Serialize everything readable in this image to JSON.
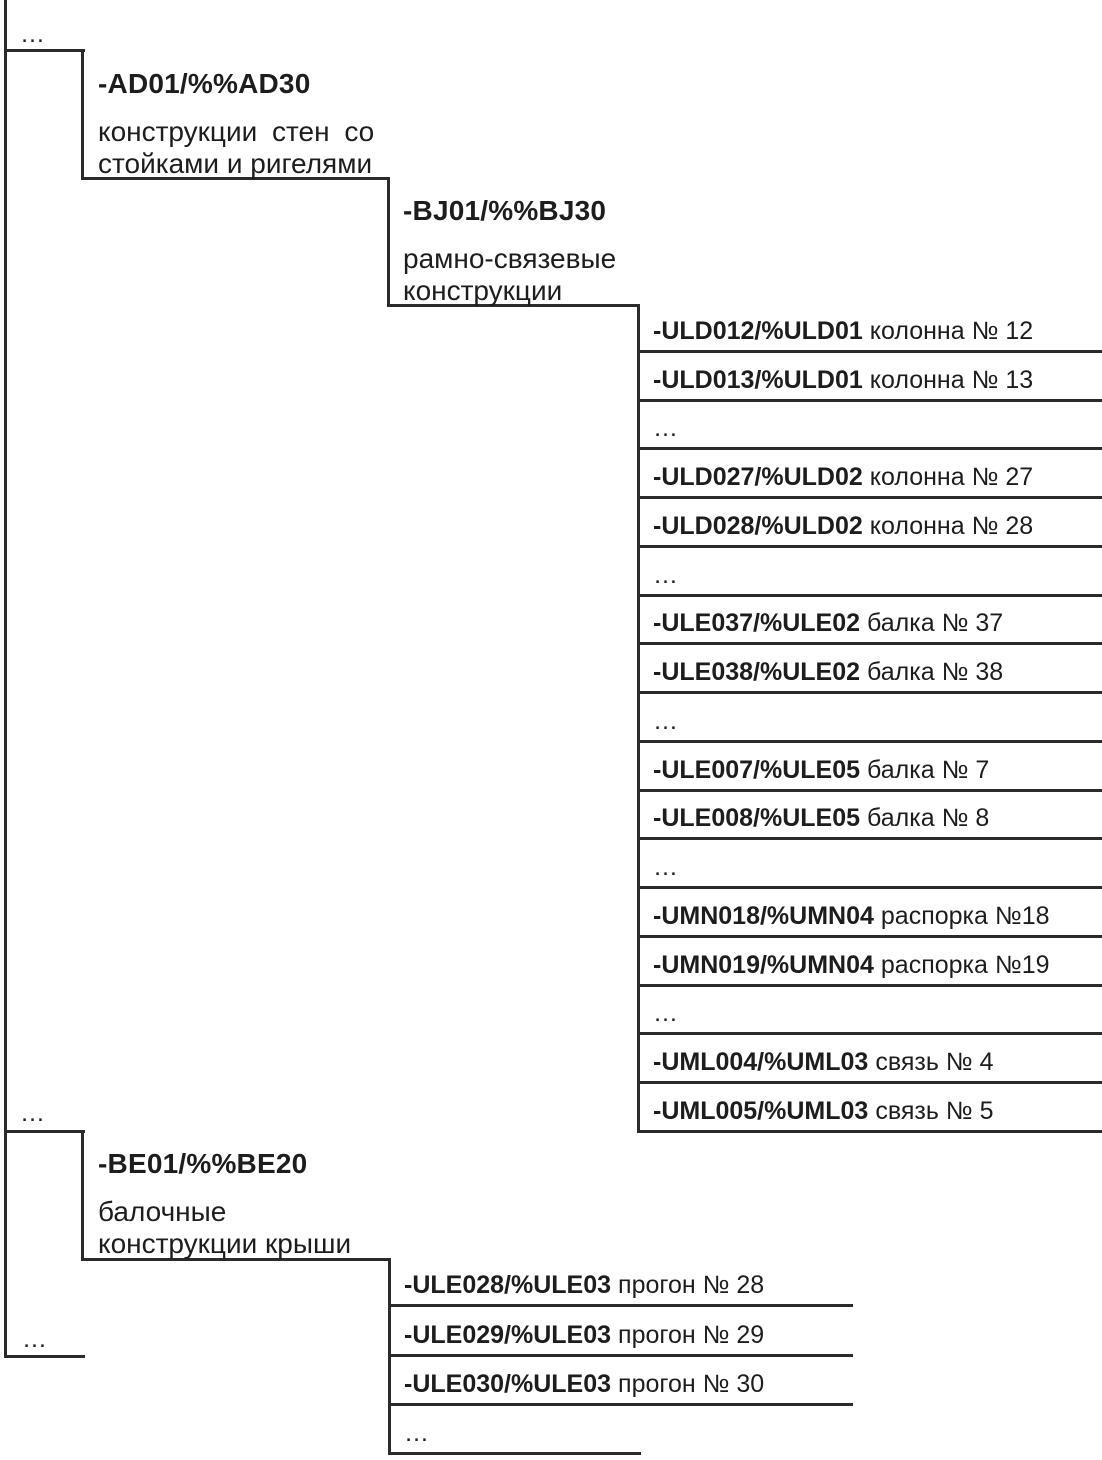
{
  "diagram": {
    "spine": {
      "ellipsis_top": "…",
      "ellipsis_mid": "…",
      "ellipsis_bottom": "…"
    },
    "branch_ad": {
      "code": "-AD01/%%AD30",
      "desc1": "конструкции стен со",
      "desc2": "стойками и ригелями"
    },
    "branch_bj": {
      "code": "-BJ01/%%BJ30",
      "desc1": "рамно-связевые",
      "desc2": "конструкции"
    },
    "branch_be": {
      "code": "-BE01/%%BE20",
      "desc1": "балочные",
      "desc2": "конструкции крыши"
    },
    "bj_items": [
      {
        "code": "-ULD012/%ULD01",
        "label": "колонна № 12"
      },
      {
        "code": "-ULD013/%ULD01",
        "label": "колонна № 13"
      },
      {
        "code": "",
        "label": "…"
      },
      {
        "code": "-ULD027/%ULD02",
        "label": "колонна № 27"
      },
      {
        "code": "-ULD028/%ULD02",
        "label": "колонна № 28"
      },
      {
        "code": "",
        "label": "…"
      },
      {
        "code": "-ULE037/%ULE02",
        "label": "балка № 37"
      },
      {
        "code": "-ULE038/%ULE02",
        "label": "балка № 38"
      },
      {
        "code": "",
        "label": "…"
      },
      {
        "code": "-ULE007/%ULE05",
        "label": "балка № 7"
      },
      {
        "code": "-ULE008/%ULE05",
        "label": "балка № 8"
      },
      {
        "code": "",
        "label": "…"
      },
      {
        "code": "-UMN018/%UMN04",
        "label": "распорка №18"
      },
      {
        "code": "-UMN019/%UMN04",
        "label": "распорка №19"
      },
      {
        "code": "",
        "label": "…"
      },
      {
        "code": "-UML004/%UML03",
        "label": "связь № 4"
      },
      {
        "code": "-UML005/%UML03",
        "label": "связь № 5"
      }
    ],
    "be_items": [
      {
        "code": "-ULE028/%ULE03",
        "label": "прогон № 28"
      },
      {
        "code": "-ULE029/%ULE03",
        "label": "прогон № 29"
      },
      {
        "code": "-ULE030/%ULE03",
        "label": "прогон № 30"
      },
      {
        "code": "",
        "label": "…"
      }
    ]
  }
}
